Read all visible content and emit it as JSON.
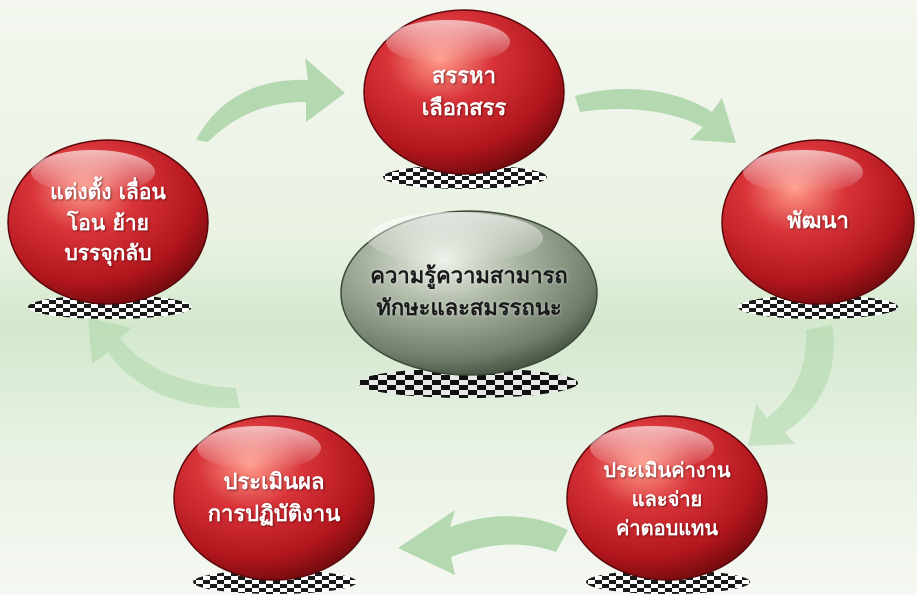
{
  "diagram": {
    "center": {
      "lines": [
        "ความรู้ความสามารถ",
        "ทักษะและสมรรถนะ"
      ]
    },
    "nodes": [
      {
        "id": "recruit",
        "lines": [
          "สรรหา",
          "เลือกสรร"
        ]
      },
      {
        "id": "develop",
        "lines": [
          "พัฒนา"
        ]
      },
      {
        "id": "compensation",
        "lines": [
          "ประเมินค่างาน",
          "และจ่าย",
          "ค่าตอบแทน"
        ]
      },
      {
        "id": "performance",
        "lines": [
          "ประเมินผล",
          "การปฏิบัติงาน"
        ]
      },
      {
        "id": "appointment",
        "lines": [
          "แต่งตั้ง เลื่อน",
          "โอน ย้าย",
          "บรรจุกลับ"
        ]
      }
    ],
    "colors": {
      "node_red": "#c0262b",
      "node_red_dark": "#7a0f12",
      "node_highlight": "#ff9a8a",
      "center_gray": "#8e9b87",
      "center_dark": "#4a5545",
      "arrow_green": "#a9d3a4"
    }
  }
}
